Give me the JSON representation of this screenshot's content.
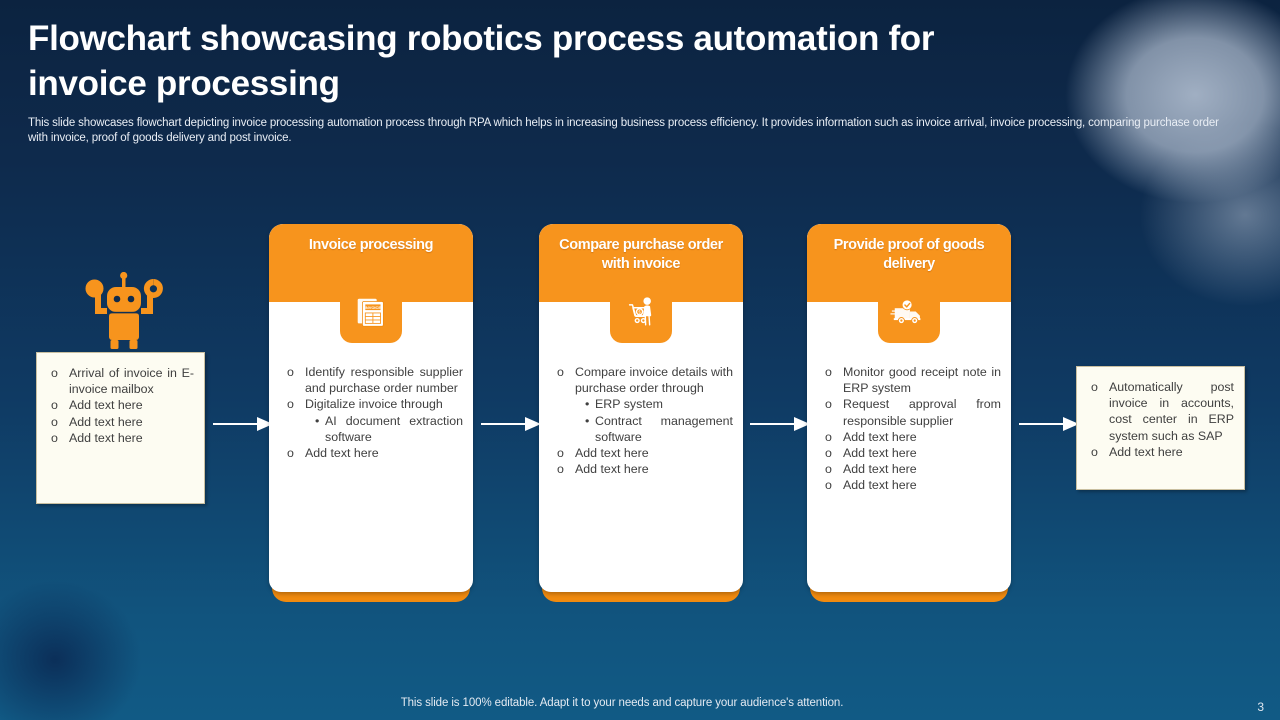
{
  "header": {
    "title": "Flowchart showcasing robotics process automation for invoice processing",
    "subtitle": "This slide showcases flowchart depicting invoice processing automation process through RPA which helps in increasing business process efficiency. It provides information such as invoice arrival, invoice processing, comparing purchase order with invoice, proof of goods delivery and post invoice."
  },
  "colors": {
    "accent_orange": "#f7941d",
    "accent_orange_dark": "#f08a0f",
    "background_top": "#0c2340",
    "background_bottom": "#115a85",
    "card_body": "#ffffff",
    "plain_box": "#fdfcf2",
    "plain_box_border": "#c9bfa0",
    "body_text": "#404040",
    "header_text": "#ffffff"
  },
  "flow": {
    "start": {
      "icon": "robot-icon",
      "box_name": "invoice-arrival-box",
      "items": [
        "Arrival of invoice in E-invoice mailbox",
        "Add text here",
        "Add text here",
        "Add text here"
      ]
    },
    "cards": [
      {
        "id": "invoice-processing",
        "title": "Invoice processing",
        "icon": "invoice-document-icon",
        "items": [
          {
            "text": "Identify responsible supplier and purchase order number",
            "sub": []
          },
          {
            "text": "Digitalize invoice through",
            "sub": [
              "AI document extraction software"
            ]
          },
          {
            "text": "Add text here",
            "sub": []
          }
        ]
      },
      {
        "id": "compare-purchase-order",
        "title": "Compare purchase order with invoice",
        "icon": "shopping-cart-person-icon",
        "items": [
          {
            "text": "Compare invoice details with purchase order through",
            "sub": [
              "ERP system",
              "Contract management software"
            ]
          },
          {
            "text": "Add text here",
            "sub": []
          },
          {
            "text": "Add text here",
            "sub": []
          }
        ]
      },
      {
        "id": "proof-of-goods-delivery",
        "title": "Provide proof of goods delivery",
        "icon": "delivery-truck-check-icon",
        "items": [
          {
            "text": "Monitor good receipt note in ERP system",
            "sub": []
          },
          {
            "text": "Request approval from responsible supplier",
            "sub": []
          },
          {
            "text": "Add text here",
            "sub": []
          },
          {
            "text": "Add text here",
            "sub": []
          },
          {
            "text": "Add text here",
            "sub": []
          },
          {
            "text": "Add text here",
            "sub": []
          }
        ]
      }
    ],
    "end": {
      "box_name": "post-invoice-box",
      "items": [
        "Automatically post invoice in accounts, cost center in ERP system such as SAP",
        "Add text here"
      ]
    },
    "bullet_marker": "o",
    "sub_bullet_marker": "•",
    "arrow_icon": "arrow-right-icon",
    "arrow_count": 4
  },
  "footer": {
    "note": "This slide is 100% editable. Adapt it to your needs and capture your audience's attention.",
    "page_number": "3"
  }
}
